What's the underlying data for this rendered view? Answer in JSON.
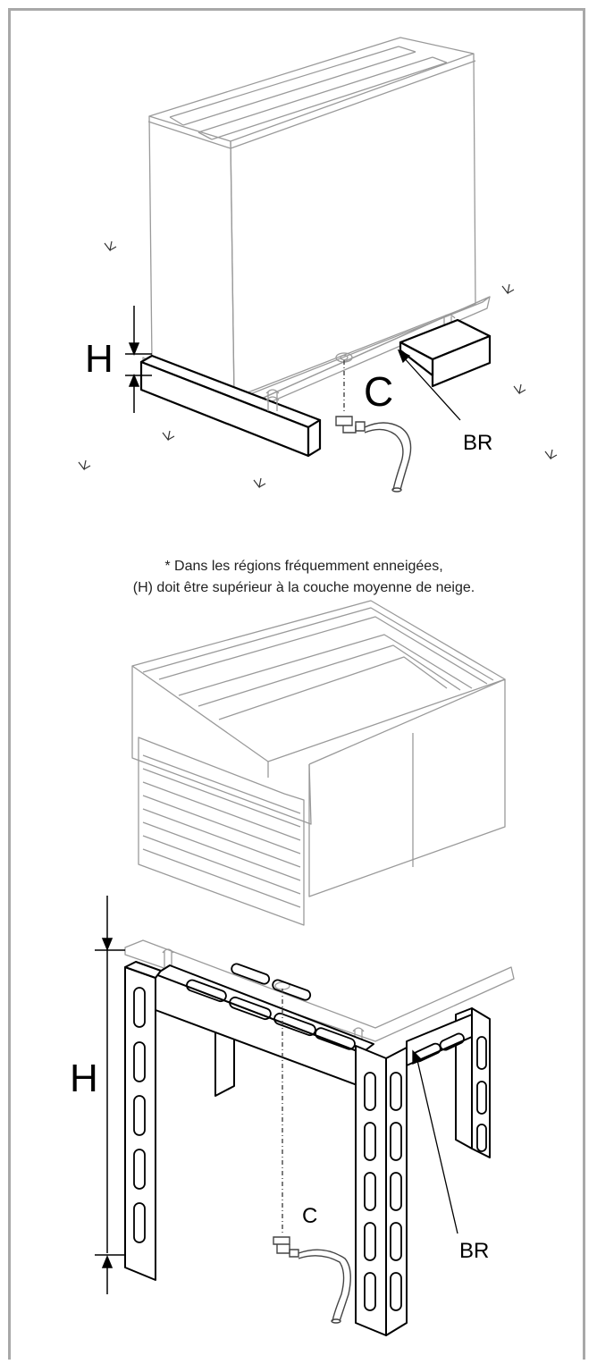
{
  "labels": {
    "height_marker": "H",
    "drain_connector": "C",
    "drain_bracket": "BR"
  },
  "note": {
    "line1": "* Dans les régions fréquemment enneigées,",
    "line2": "(H) doit être supérieur à la couche moyenne de neige."
  },
  "colors": {
    "frame_border": "#a8a8a8",
    "unit_outline": "#9a9a9a",
    "support_outline": "#000000"
  },
  "icons": [
    "grass-tuft-icon"
  ]
}
